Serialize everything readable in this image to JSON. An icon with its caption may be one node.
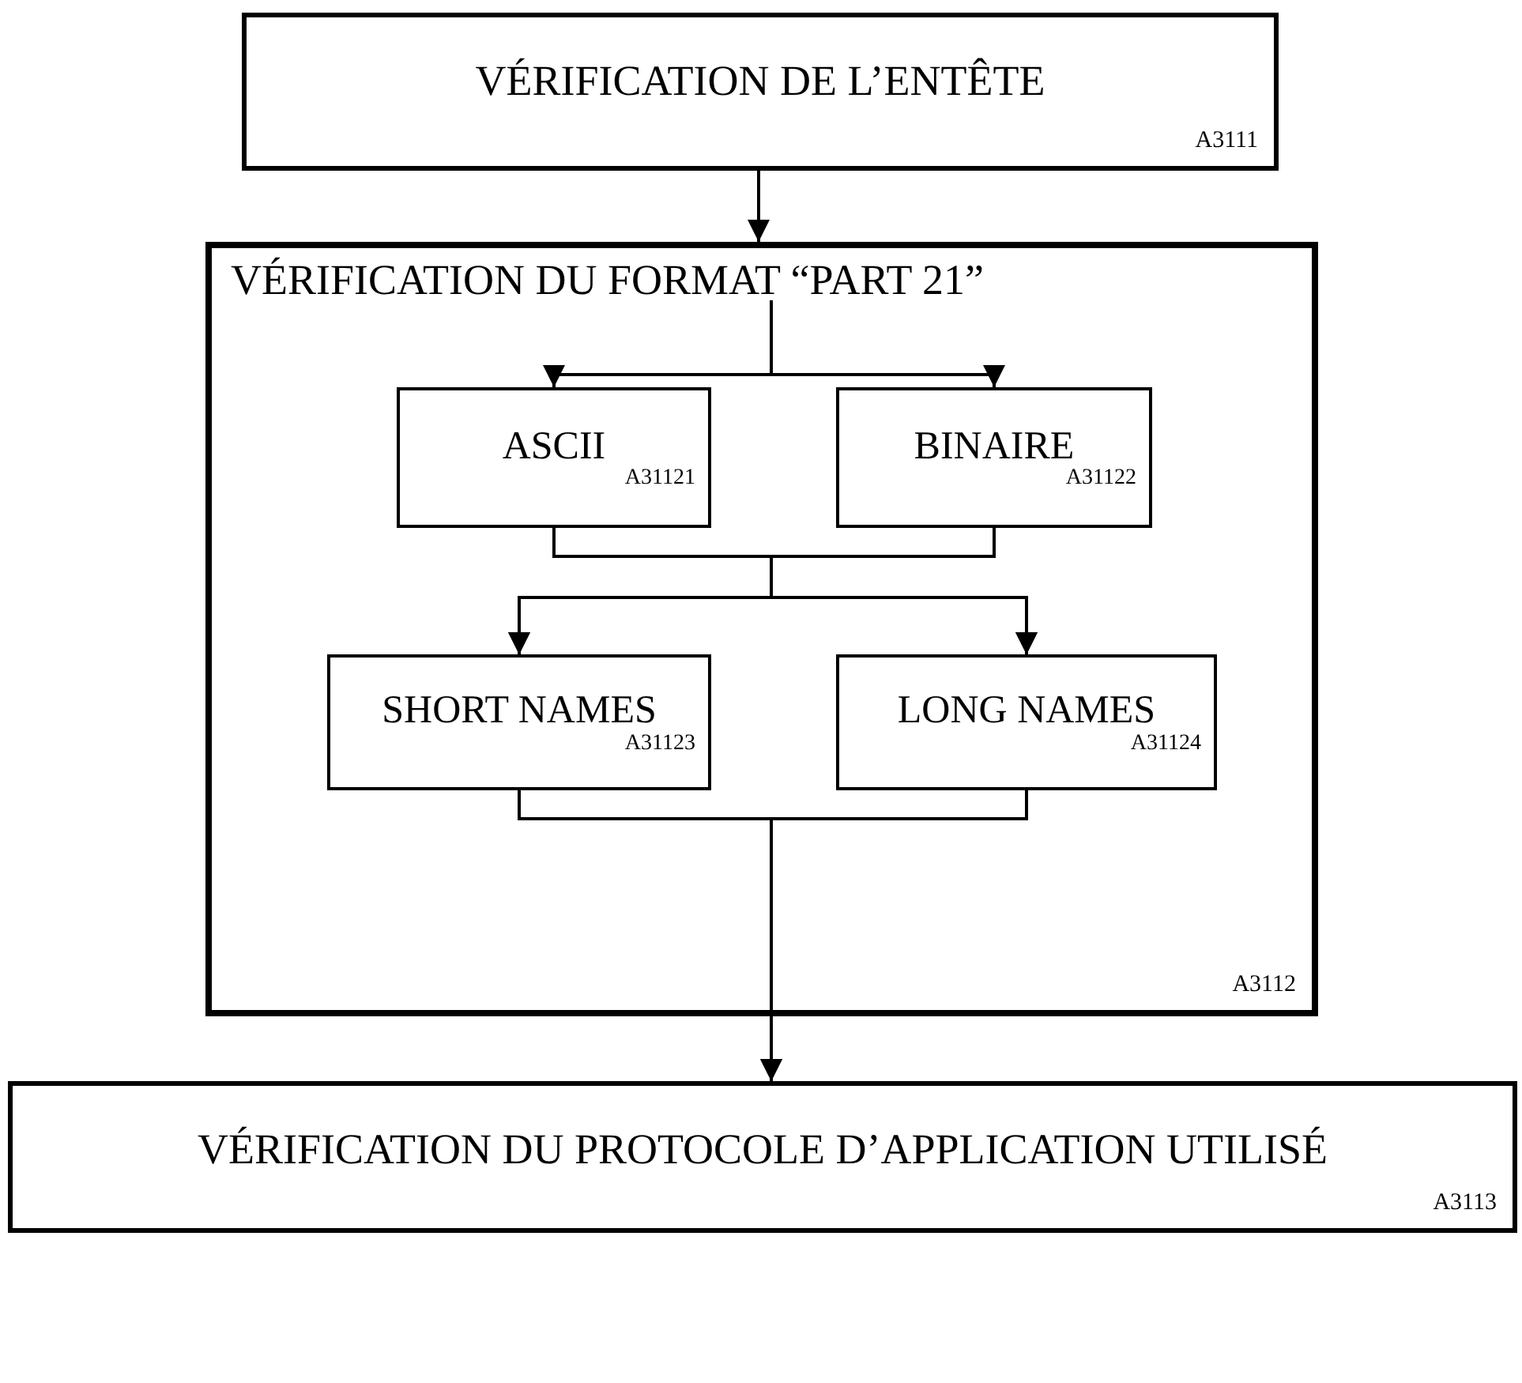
{
  "diagram": {
    "nodes": [
      {
        "text": [
          "VÉRIFICATION DE L’ENTÊTE",
          "A3111"
        ]
      },
      {
        "text": [
          "VÉRIFICATION DU FORMAT “PART 21”",
          "A3112"
        ]
      },
      {
        "text": [
          "ASCII",
          "A31121"
        ],
        "in": 1
      },
      {
        "text": [
          "BINAIRE",
          "A31122"
        ],
        "in": 1
      },
      {
        "text": [
          "SHORT NAMES",
          "A31123"
        ],
        "in": 1
      },
      {
        "text": [
          "LONG NAMES",
          "A31124"
        ],
        "in": 1
      },
      {
        "text": [
          "VÉRIFICATION DU PROTOCOLE D’APPLICATION UTILISÉ",
          "A3113"
        ]
      }
    ],
    "edges": [
      {
        "from": 0,
        "to": 1,
        "arrow": "to"
      },
      {
        "from": null,
        "to": 2,
        "arrow": "to"
      },
      {
        "from": null,
        "to": 3,
        "arrow": "to"
      },
      {
        "from": 2,
        "to": 4,
        "arrow": "to"
      },
      {
        "from": 2,
        "to": 5,
        "arrow": "to"
      },
      {
        "from": 3,
        "to": 4,
        "arrow": "to"
      },
      {
        "from": 3,
        "to": 5,
        "arrow": "to"
      },
      {
        "from": 4,
        "to": 6,
        "arrow": "to"
      },
      {
        "from": 5,
        "to": 6,
        "arrow": "to"
      }
    ]
  }
}
